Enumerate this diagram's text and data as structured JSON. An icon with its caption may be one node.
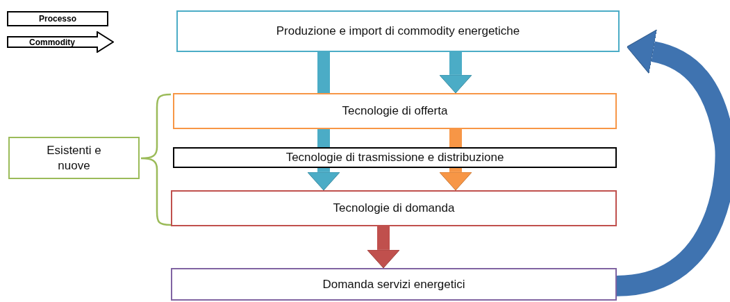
{
  "diagram": {
    "nodes": [
      {
        "text": [
          "Produzione e import di commodity energetiche"
        ]
      },
      {
        "text": [
          "Tecnologie di offerta"
        ]
      },
      {
        "text": [
          "Tecnologie di trasmissione e distribuzione"
        ]
      },
      {
        "text": [
          "Tecnologie di domanda"
        ]
      },
      {
        "text": [
          "Domanda servizi energetici"
        ]
      },
      {
        "text": [
          "Esistenti e nuove"
        ]
      }
    ],
    "edges": [
      {
        "from": 0,
        "to": 1,
        "arrow": "none"
      },
      {
        "from": 1,
        "to": 2,
        "arrow": "none"
      },
      {
        "from": 2,
        "to": 3,
        "arrow": "to"
      },
      {
        "from": 0,
        "to": 1,
        "arrow": "to"
      },
      {
        "from": 1,
        "to": 2,
        "arrow": "none",
        "color": "#f79646"
      },
      {
        "from": 2,
        "to": 3,
        "arrow": "to",
        "color": "#f79646"
      },
      {
        "from": 3,
        "to": 4,
        "arrow": "to",
        "color": "#c0504d"
      },
      {
        "from": 4,
        "to": 0,
        "arrow": "to",
        "color": "#3f73b0"
      }
    ],
    "legend": [
      {
        "text": "Processo"
      },
      {
        "text": "Commodity"
      }
    ]
  }
}
